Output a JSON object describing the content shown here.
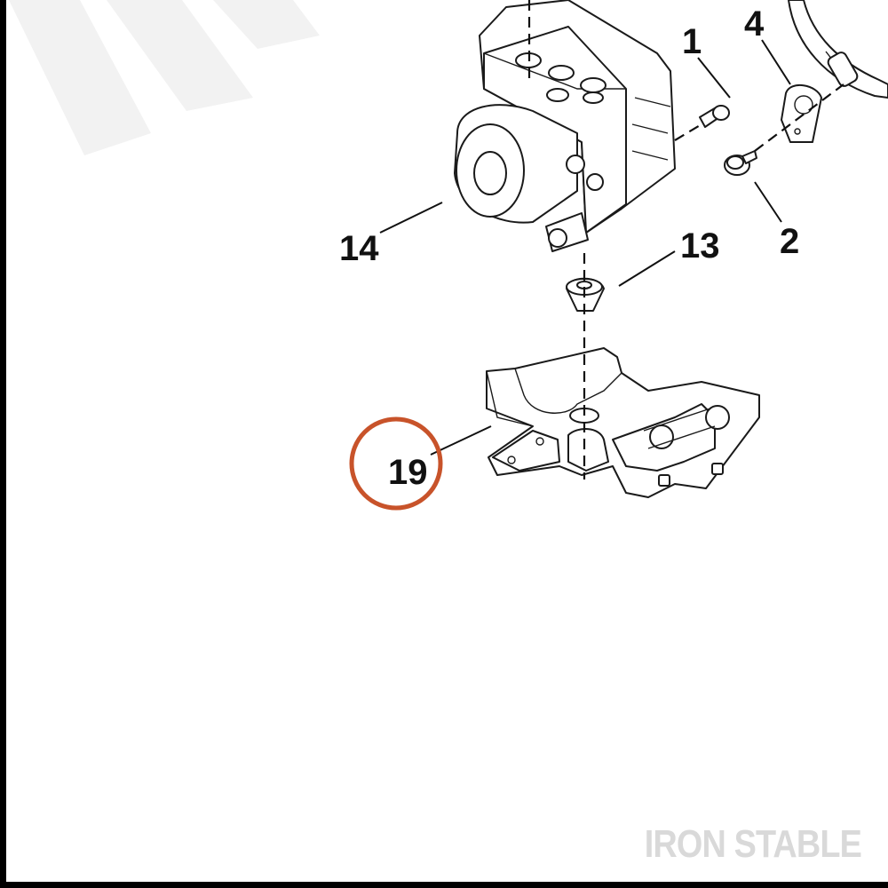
{
  "diagram": {
    "callouts": [
      {
        "id": "1",
        "label": "1"
      },
      {
        "id": "4",
        "label": "4"
      },
      {
        "id": "14",
        "label": "14"
      },
      {
        "id": "13",
        "label": "13"
      },
      {
        "id": "2",
        "label": "2"
      },
      {
        "id": "19",
        "label": "19",
        "highlighted": true
      }
    ],
    "highlight_color": "#c8532a",
    "watermark_text": "IRON STABLE"
  }
}
